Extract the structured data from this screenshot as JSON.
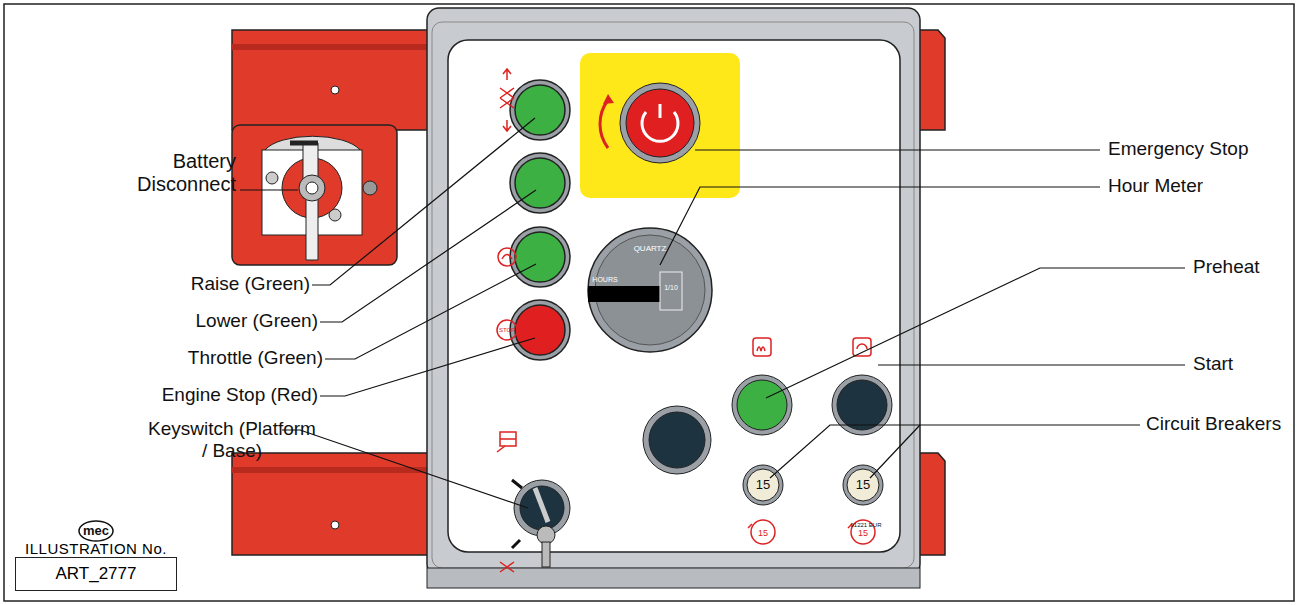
{
  "diagram": {
    "nodes": [
      {
        "text": [
          "ILLUSTRATION No.",
          "ART_2777"
        ]
      }
    ],
    "labels": [
      "Battery Disconnect",
      "Raise (Green)",
      "Lower (Green)",
      "Throttle (Green)",
      "Engine Stop (Red)",
      "Keyswitch (Platform / Base)",
      "Emergency Stop",
      "Hour Meter",
      "Preheat",
      "Start",
      "Circuit Breakers",
      "QUARTZ",
      "HOURS",
      "1/10",
      "STOP",
      "15",
      "15",
      "15",
      "15",
      "91221 EUR",
      "mec"
    ]
  }
}
